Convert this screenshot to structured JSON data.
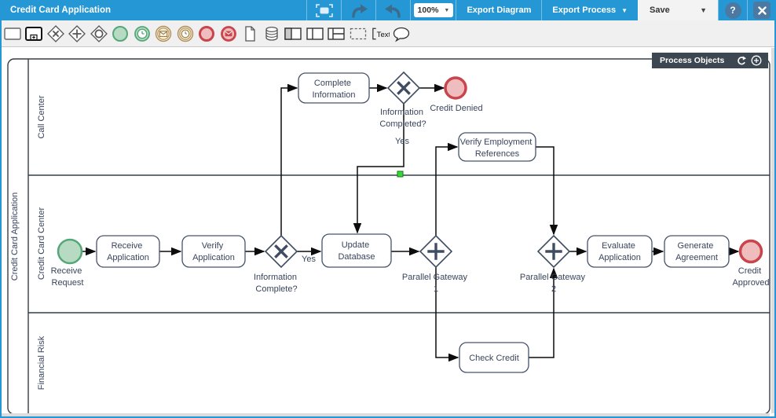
{
  "window": {
    "title": "Credit Card Application"
  },
  "titlebar": {
    "zoom_value": "100%",
    "export_diagram": "Export Diagram",
    "export_process": "Export Process",
    "save": "Save",
    "help": "?",
    "caret": "▼"
  },
  "toolbar": {
    "icons": [
      "task",
      "subprocess",
      "exclusive-gateway",
      "parallel-gateway",
      "inclusive-gateway",
      "start-event",
      "timer-start-event",
      "message-intermediate-event",
      "timer-intermediate-event",
      "end-event",
      "message-end-event",
      "document",
      "database",
      "pool",
      "vertical-lane",
      "horizontal-lane",
      "group",
      "text-annotation",
      "annotation"
    ],
    "text_icon_label": "Text"
  },
  "panel": {
    "title": "Process Objects"
  },
  "diagram": {
    "pool_label": "Credit Card Application",
    "lanes": [
      "Call Center",
      "Credit Card Center",
      "Financial Risk"
    ],
    "nodes": {
      "receive_request": [
        "Receive",
        "Request"
      ],
      "receive_application": [
        "Receive",
        "Application"
      ],
      "verify_application": [
        "Verify",
        "Application"
      ],
      "info_complete_gateway": [
        "Information",
        "Complete?"
      ],
      "complete_information": [
        "Complete",
        "Information"
      ],
      "info_completed_gateway": [
        "Information",
        "Completed?"
      ],
      "credit_denied": [
        "Credit Denied"
      ],
      "update_database": [
        "Update",
        "Database"
      ],
      "parallel_gateway_1": [
        "Parallel Gateway",
        "1"
      ],
      "verify_employment": [
        "Verify Employment",
        "References"
      ],
      "check_credit": [
        "Check Credit"
      ],
      "parallel_gateway_2": [
        "Parallel Gateway",
        "2"
      ],
      "evaluate_application": [
        "Evaluate",
        "Application"
      ],
      "generate_agreement": [
        "Generate",
        "Agreement"
      ],
      "credit_approved": [
        "Credit",
        "Approved"
      ]
    },
    "flow_labels": {
      "yes_completed": "Yes",
      "yes_complete": "Yes"
    }
  },
  "colors": {
    "titlebar_blue": "#2597d4",
    "control_blue": "#4b79a2",
    "start_fill": "#b7dac2",
    "start_stroke": "#55a778",
    "end_fill": "#f0bdbf",
    "end_stroke": "#c9444b",
    "panel_bg": "#3d4751",
    "waypoint_green": "#39d639"
  }
}
